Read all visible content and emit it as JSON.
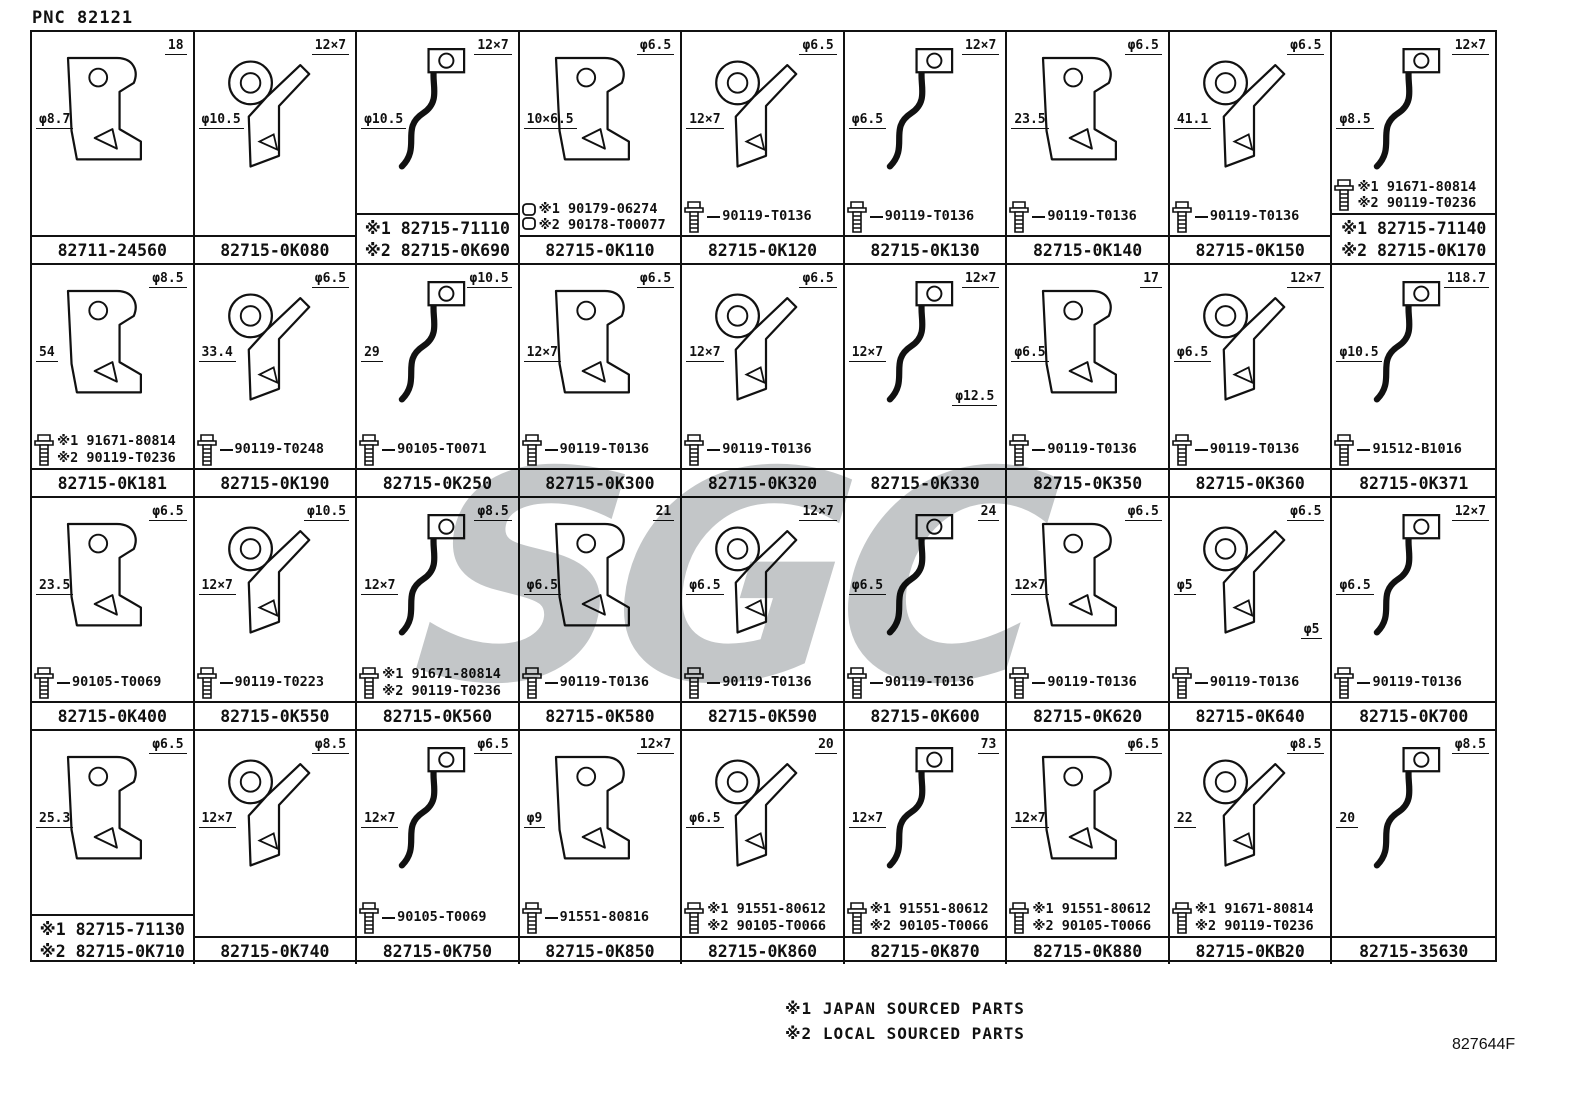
{
  "page": {
    "pnc": "PNC 82121",
    "doc_number": "827644F",
    "watermark": "SGC",
    "legend": [
      "※1 JAPAN SOURCED PARTS",
      "※2 LOCAL SOURCED PARTS"
    ]
  },
  "cells": [
    {
      "part_label": [
        "82711-24560"
      ],
      "dims": [
        "18",
        "φ8.7"
      ],
      "hardware": null
    },
    {
      "part_label": [
        "82715-0K080"
      ],
      "dims": [
        "12×7",
        "φ10.5"
      ],
      "hardware": null
    },
    {
      "part_label": [
        "※1 82715-71110",
        "※2 82715-0K690"
      ],
      "dims": [
        "12×7",
        "φ10.5"
      ],
      "hardware": null
    },
    {
      "part_label": [
        "82715-0K110"
      ],
      "dims": [
        "φ6.5",
        "10×6.5"
      ],
      "hardware": {
        "icon": "nut",
        "lines": [
          "※1 90179-06274",
          "※2 90178-T00077"
        ]
      }
    },
    {
      "part_label": [
        "82715-0K120"
      ],
      "dims": [
        "φ6.5",
        "12×7"
      ],
      "hardware": {
        "icon": "bolt",
        "lines": [
          "90119-T0136"
        ]
      }
    },
    {
      "part_label": [
        "82715-0K130"
      ],
      "dims": [
        "12×7",
        "φ6.5"
      ],
      "hardware": {
        "icon": "bolt",
        "lines": [
          "90119-T0136"
        ]
      }
    },
    {
      "part_label": [
        "82715-0K140"
      ],
      "dims": [
        "φ6.5",
        "23.5"
      ],
      "hardware": {
        "icon": "bolt",
        "lines": [
          "90119-T0136"
        ]
      }
    },
    {
      "part_label": [
        "82715-0K150"
      ],
      "dims": [
        "φ6.5",
        "41.1"
      ],
      "hardware": {
        "icon": "bolt",
        "lines": [
          "90119-T0136"
        ]
      }
    },
    {
      "part_label": [
        "※1 82715-71140",
        "※2 82715-0K170"
      ],
      "dims": [
        "12×7",
        "φ8.5"
      ],
      "hardware": {
        "icon": "bolt",
        "lines": [
          "※1 91671-80814",
          "※2 90119-T0236"
        ]
      }
    },
    {
      "part_label": [
        "82715-0K181"
      ],
      "dims": [
        "φ8.5",
        "54"
      ],
      "hardware": {
        "icon": "bolt",
        "lines": [
          "※1 91671-80814",
          "※2 90119-T0236"
        ]
      }
    },
    {
      "part_label": [
        "82715-0K190"
      ],
      "dims": [
        "φ6.5",
        "33.4"
      ],
      "hardware": {
        "icon": "bolt",
        "lines": [
          "90119-T0248"
        ]
      }
    },
    {
      "part_label": [
        "82715-0K250"
      ],
      "dims": [
        "φ10.5",
        "29"
      ],
      "hardware": {
        "icon": "bolt",
        "lines": [
          "90105-T0071"
        ]
      }
    },
    {
      "part_label": [
        "82715-0K300"
      ],
      "dims": [
        "φ6.5",
        "12×7"
      ],
      "hardware": {
        "icon": "bolt",
        "lines": [
          "90119-T0136"
        ]
      }
    },
    {
      "part_label": [
        "82715-0K320"
      ],
      "dims": [
        "φ6.5",
        "12×7"
      ],
      "hardware": {
        "icon": "bolt",
        "lines": [
          "90119-T0136"
        ]
      }
    },
    {
      "part_label": [
        "82715-0K330"
      ],
      "dims": [
        "12×7",
        "12×7",
        "φ12.5"
      ],
      "hardware": null
    },
    {
      "part_label": [
        "82715-0K350"
      ],
      "dims": [
        "17",
        "φ6.5"
      ],
      "hardware": {
        "icon": "bolt",
        "lines": [
          "90119-T0136"
        ]
      }
    },
    {
      "part_label": [
        "82715-0K360"
      ],
      "dims": [
        "12×7",
        "φ6.5"
      ],
      "hardware": {
        "icon": "bolt",
        "lines": [
          "90119-T0136"
        ]
      }
    },
    {
      "part_label": [
        "82715-0K371"
      ],
      "dims": [
        "118.7",
        "φ10.5"
      ],
      "hardware": {
        "icon": "bolt",
        "lines": [
          "91512-B1016"
        ]
      }
    },
    {
      "part_label": [
        "82715-0K400"
      ],
      "dims": [
        "φ6.5",
        "23.5"
      ],
      "hardware": {
        "icon": "bolt",
        "lines": [
          "90105-T0069"
        ]
      }
    },
    {
      "part_label": [
        "82715-0K550"
      ],
      "dims": [
        "φ10.5",
        "12×7"
      ],
      "hardware": {
        "icon": "bolt",
        "lines": [
          "90119-T0223"
        ]
      }
    },
    {
      "part_label": [
        "82715-0K560"
      ],
      "dims": [
        "φ8.5",
        "12×7"
      ],
      "hardware": {
        "icon": "bolt",
        "lines": [
          "※1 91671-80814",
          "※2 90119-T0236"
        ]
      }
    },
    {
      "part_label": [
        "82715-0K580"
      ],
      "dims": [
        "21",
        "φ6.5"
      ],
      "hardware": {
        "icon": "bolt",
        "lines": [
          "90119-T0136"
        ]
      }
    },
    {
      "part_label": [
        "82715-0K590"
      ],
      "dims": [
        "12×7",
        "φ6.5"
      ],
      "hardware": {
        "icon": "bolt",
        "lines": [
          "90119-T0136"
        ]
      }
    },
    {
      "part_label": [
        "82715-0K600"
      ],
      "dims": [
        "24",
        "φ6.5"
      ],
      "hardware": {
        "icon": "bolt",
        "lines": [
          "90119-T0136"
        ]
      }
    },
    {
      "part_label": [
        "82715-0K620"
      ],
      "dims": [
        "φ6.5",
        "12×7"
      ],
      "hardware": {
        "icon": "bolt",
        "lines": [
          "90119-T0136"
        ]
      }
    },
    {
      "part_label": [
        "82715-0K640"
      ],
      "dims": [
        "φ6.5",
        "φ5",
        "φ5"
      ],
      "hardware": {
        "icon": "bolt",
        "lines": [
          "90119-T0136"
        ]
      }
    },
    {
      "part_label": [
        "82715-0K700"
      ],
      "dims": [
        "12×7",
        "φ6.5"
      ],
      "hardware": {
        "icon": "bolt",
        "lines": [
          "90119-T0136"
        ]
      }
    },
    {
      "part_label": [
        "※1 82715-71130",
        "※2 82715-0K710"
      ],
      "dims": [
        "φ6.5",
        "25.3"
      ],
      "hardware": null
    },
    {
      "part_label": [
        "82715-0K740"
      ],
      "dims": [
        "φ8.5",
        "12×7"
      ],
      "hardware": null
    },
    {
      "part_label": [
        "82715-0K750"
      ],
      "dims": [
        "φ6.5",
        "12×7"
      ],
      "hardware": {
        "icon": "bolt",
        "lines": [
          "90105-T0069"
        ]
      }
    },
    {
      "part_label": [
        "82715-0K850"
      ],
      "dims": [
        "12×7",
        "φ9"
      ],
      "hardware": {
        "icon": "bolt",
        "lines": [
          "91551-80816"
        ]
      }
    },
    {
      "part_label": [
        "82715-0K860"
      ],
      "dims": [
        "20",
        "φ6.5"
      ],
      "hardware": {
        "icon": "bolt",
        "lines": [
          "※1 91551-80612",
          "※2 90105-T0066"
        ]
      }
    },
    {
      "part_label": [
        "82715-0K870"
      ],
      "dims": [
        "73",
        "12×7"
      ],
      "hardware": {
        "icon": "bolt",
        "lines": [
          "※1 91551-80612",
          "※2 90105-T0066"
        ]
      }
    },
    {
      "part_label": [
        "82715-0K880"
      ],
      "dims": [
        "φ6.5",
        "12×7"
      ],
      "hardware": {
        "icon": "bolt",
        "lines": [
          "※1 91551-80612",
          "※2 90105-T0066"
        ]
      }
    },
    {
      "part_label": [
        "82715-0KB20"
      ],
      "dims": [
        "φ8.5",
        "22"
      ],
      "hardware": {
        "icon": "bolt",
        "lines": [
          "※1 91671-80814",
          "※2 90119-T0236"
        ]
      }
    },
    {
      "part_label": [
        "82715-35630"
      ],
      "dims": [
        "φ8.5",
        "20"
      ],
      "hardware": null
    }
  ]
}
